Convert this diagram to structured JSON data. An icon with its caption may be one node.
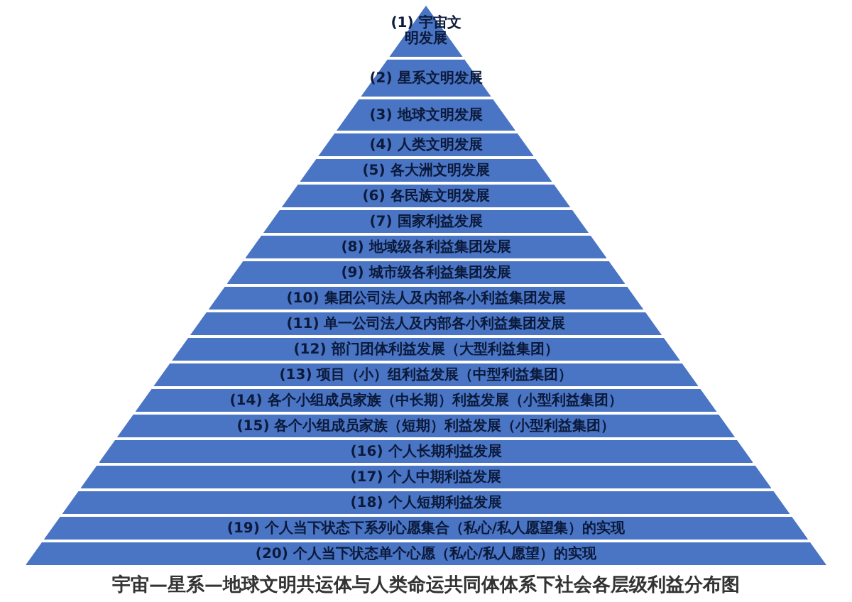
{
  "diagram": {
    "caption": "宇宙—星系—地球文明共运体与人类命运共同体体系下社会各层级利益分布图",
    "nodes": [
      {
        "text": [
          "(1) 宇宙文明发展"
        ]
      },
      {
        "text": [
          "(2) 星系文明发展"
        ]
      },
      {
        "text": [
          "(3) 地球文明发展"
        ]
      },
      {
        "text": [
          "(4) 人类文明发展"
        ]
      },
      {
        "text": [
          "(5) 各大洲文明发展"
        ]
      },
      {
        "text": [
          "(6) 各民族文明发展"
        ]
      },
      {
        "text": [
          "(7) 国家利益发展"
        ]
      },
      {
        "text": [
          "(8) 地域级各利益集团发展"
        ]
      },
      {
        "text": [
          "(9) 城市级各利益集团发展"
        ]
      },
      {
        "text": [
          "(10) 集团公司法人及内部各小利益集团发展"
        ]
      },
      {
        "text": [
          "(11) 单一公司法人及内部各小利益集团发展"
        ]
      },
      {
        "text": [
          "(12) 部门团体利益发展（大型利益集团）"
        ]
      },
      {
        "text": [
          "(13) 项目（小）组利益发展（中型利益集团）"
        ]
      },
      {
        "text": [
          "(14) 各个小组成员家族（中长期）利益发展（小型利益集团）"
        ]
      },
      {
        "text": [
          "(15) 各个小组成员家族（短期）利益发展（小型利益集团）"
        ]
      },
      {
        "text": [
          "(16) 个人长期利益发展"
        ]
      },
      {
        "text": [
          "(17) 个人中期利益发展"
        ]
      },
      {
        "text": [
          "(18) 个人短期利益发展"
        ]
      },
      {
        "text": [
          "(19) 个人当下状态下系列心愿集合（私心/私人愿望集）的实现"
        ]
      },
      {
        "text": [
          "(20) 个人当下状态单个心愿（私心/私人愿望）的实现"
        ]
      }
    ]
  }
}
